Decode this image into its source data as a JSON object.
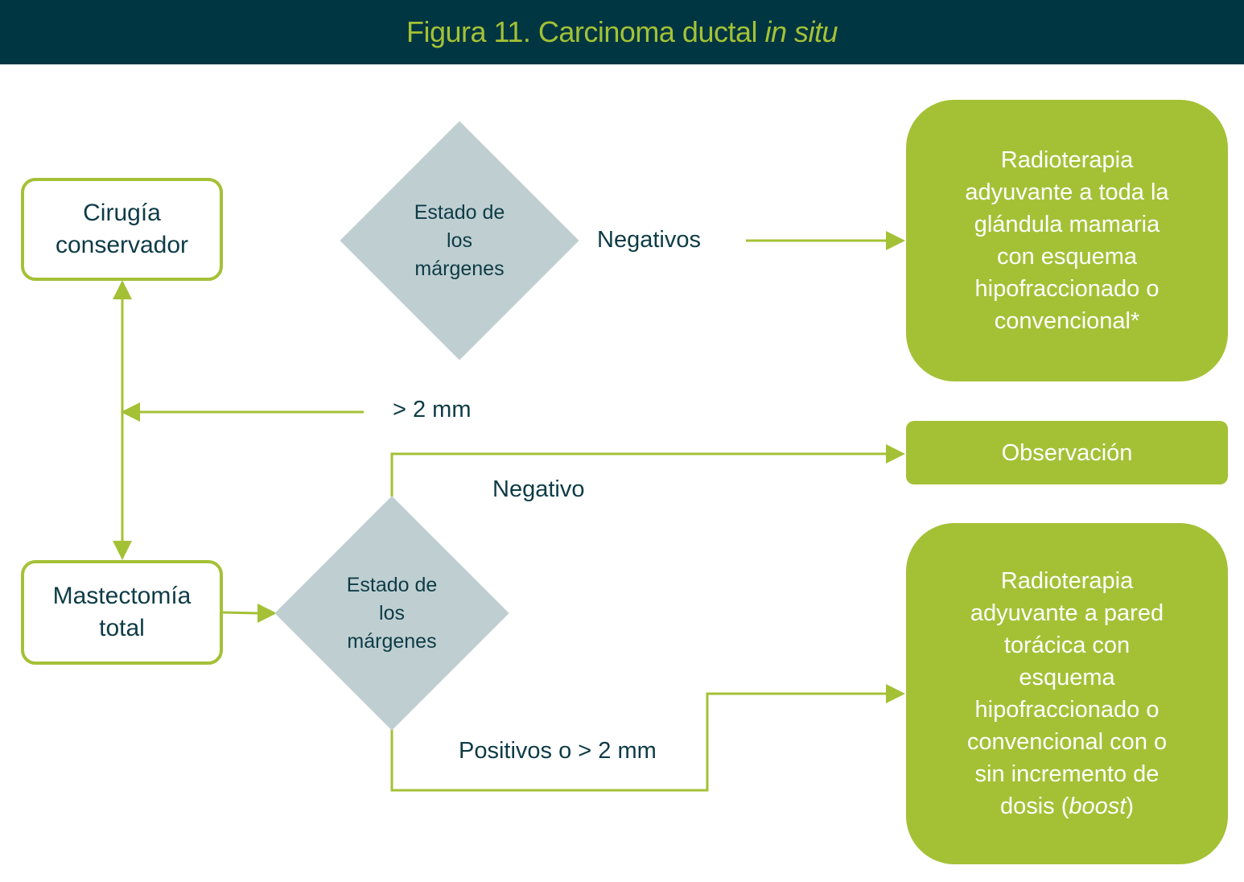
{
  "header": {
    "title_prefix": "Figura 11. Carcinoma ductal ",
    "title_italic": "in situ",
    "background_color": "#003641",
    "title_color": "#a4c136"
  },
  "colors": {
    "accent_green": "#a4c136",
    "diamond_gray": "#bfcfd1",
    "text_dark": "#0d3b46"
  },
  "nodes": {
    "cirugia": {
      "line1": "Cirugía",
      "line2": "conservador"
    },
    "mastectomia": {
      "line1": "Mastectomía",
      "line2": "total"
    },
    "decision_top": {
      "line1": "Estado de",
      "line2": "los",
      "line3": "márgenes"
    },
    "decision_bottom": {
      "line1": "Estado de",
      "line2": "los",
      "line3": "márgenes"
    },
    "radio_top": {
      "lines": [
        "Radioterapia",
        "adyuvante a toda la",
        "glándula mamaria",
        "con esquema",
        "hipofraccionado o",
        "convencional*"
      ]
    },
    "observacion": {
      "label": "Observación"
    },
    "radio_bottom": {
      "lines": [
        "Radioterapia",
        "adyuvante a pared",
        "torácica con",
        "esquema",
        "hipofraccionado o",
        "convencional con o",
        "sin incremento de"
      ],
      "last_prefix": "dosis (",
      "last_italic": "boost",
      "last_suffix": ")"
    }
  },
  "edge_labels": {
    "negativos": "Negativos",
    "gt2mm": "> 2 mm",
    "negativo": "Negativo",
    "positivos": "Positivos o > 2 mm"
  }
}
